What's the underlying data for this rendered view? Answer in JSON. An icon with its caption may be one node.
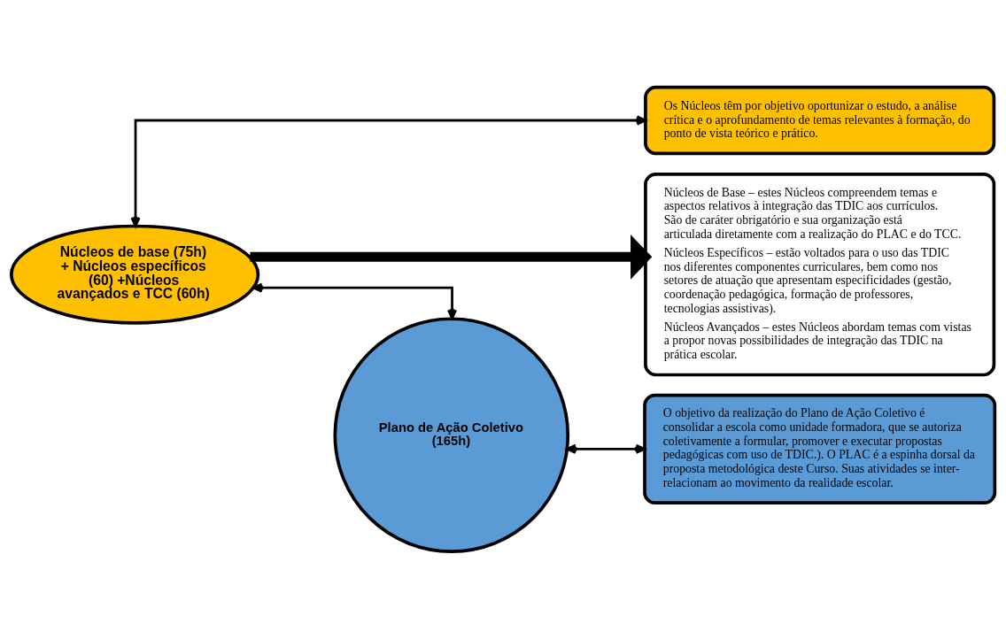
{
  "diagram": {
    "nodes": [
      {
        "text": [
          "Plano de Ação Coletivo (165h)"
        ]
      },
      {
        "text": [
          "Núcleos de base (75h) + Núcleos específicos (60) +Núcleos  avançados e TCC (60h)"
        ]
      },
      {
        "text": [
          "Os Núcleos têm por objetivo oportunizar o estudo, a análise crítica e o aprofundamento de temas relevantes à formação, do ponto de vista teórico e prático."
        ]
      },
      {
        "text": [
          "Núcleos de Base – estes Núcleos compreendem temas e aspectos relativos à integração das TDIC aos currículos. São de caráter obrigatório e sua organização está articulada diretamente com a realização do PLAC e do TCC.",
          "Núcleos Específicos – estão voltados para o uso das TDIC nos diferentes componentes curriculares, bem como nos setores de atuação que apresentam especificidades (gestão, coordenação pedagógica, formação de professores, tecnologias assistivas).",
          "Núcleos Avançados – estes Núcleos abordam temas com vistas a propor novas possibilidades de integração das TDIC na prática escolar."
        ]
      },
      {
        "text": [
          "O objetivo da realização do Plano de Ação Coletivo é consolidar a escola como unidade formadora, que se autoriza coletivamente a formular, promover e executar propostas pedagógicas com uso de TDIC.). O PLAC é a espinha dorsal da proposta metodológica deste Curso. Suas atividades se inter-relacionam ao movimento da realidade escolar."
        ]
      }
    ],
    "edges": [
      {
        "from": 1,
        "to": 2,
        "arrow": "both"
      },
      {
        "from": 1,
        "to": 0,
        "arrow": "both"
      },
      {
        "from": 1,
        "to": 3,
        "arrow": "to",
        "style": "thick"
      },
      {
        "from": 0,
        "to": 4,
        "arrow": "both"
      }
    ]
  }
}
